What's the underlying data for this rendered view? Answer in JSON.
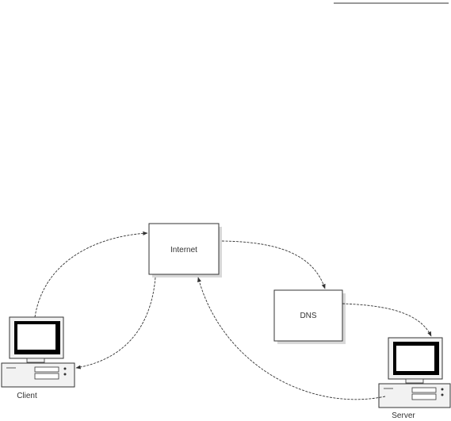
{
  "nodes": {
    "internet": "Internet",
    "dns": "DNS",
    "client": "Client",
    "server": "Server"
  },
  "colors": {
    "line": "#333333",
    "box_fill": "#ffffff",
    "shadow": "#d8d8d8",
    "pc_body": "#f2f2f2",
    "screen": "#000000"
  }
}
